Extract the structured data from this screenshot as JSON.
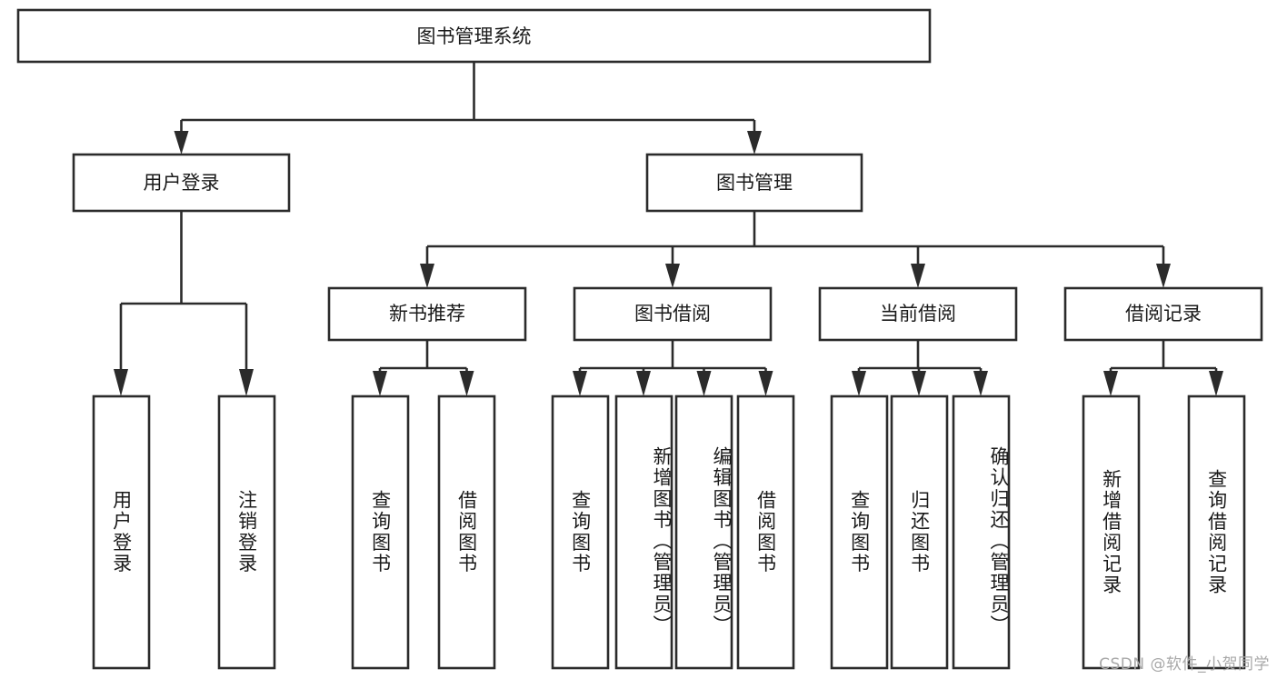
{
  "diagram": {
    "title": "图书管理系统",
    "watermark": "CSDN @软件_小贺同学",
    "colors": {
      "stroke": "#2b2b2b",
      "fill": "#ffffff",
      "text": "#1a1a1a",
      "watermark": "#a8a8a8",
      "background": "#ffffff"
    },
    "root": {
      "label": "图书管理系统",
      "orientation": "horizontal"
    },
    "level2": [
      {
        "id": "user-login",
        "label": "用户登录",
        "orientation": "horizontal"
      },
      {
        "id": "book-manage",
        "label": "图书管理",
        "orientation": "horizontal"
      }
    ],
    "level3": [
      {
        "id": "new-book-recommend",
        "label": "新书推荐",
        "orientation": "horizontal",
        "parent": "book-manage"
      },
      {
        "id": "book-borrow",
        "label": "图书借阅",
        "orientation": "horizontal",
        "parent": "book-manage"
      },
      {
        "id": "current-borrow",
        "label": "当前借阅",
        "orientation": "horizontal",
        "parent": "book-manage"
      },
      {
        "id": "borrow-record",
        "label": "借阅记录",
        "orientation": "horizontal",
        "parent": "book-manage"
      }
    ],
    "leaves": [
      {
        "id": "leaf-user-login",
        "label": "用户登录",
        "orientation": "vertical",
        "parent": "user-login"
      },
      {
        "id": "leaf-user-logout",
        "label": "注销登录",
        "orientation": "vertical",
        "parent": "user-login"
      },
      {
        "id": "leaf-query-book-1",
        "label": "查询图书",
        "orientation": "vertical",
        "parent": "new-book-recommend"
      },
      {
        "id": "leaf-borrow-book-1",
        "label": "借阅图书",
        "orientation": "vertical",
        "parent": "new-book-recommend"
      },
      {
        "id": "leaf-query-book-2",
        "label": "查询图书",
        "orientation": "vertical",
        "parent": "book-borrow"
      },
      {
        "id": "leaf-add-book",
        "label": "新增图书（管理员）",
        "orientation": "vertical",
        "parent": "book-borrow"
      },
      {
        "id": "leaf-edit-book",
        "label": "编辑图书（管理员）",
        "orientation": "vertical",
        "parent": "book-borrow"
      },
      {
        "id": "leaf-borrow-book-2",
        "label": "借阅图书",
        "orientation": "vertical",
        "parent": "book-borrow"
      },
      {
        "id": "leaf-query-book-3",
        "label": "查询图书",
        "orientation": "vertical",
        "parent": "current-borrow"
      },
      {
        "id": "leaf-return-book",
        "label": "归还图书",
        "orientation": "vertical",
        "parent": "current-borrow"
      },
      {
        "id": "leaf-confirm-return",
        "label": "确认归还（管理员）",
        "orientation": "vertical",
        "parent": "current-borrow"
      },
      {
        "id": "leaf-add-record",
        "label": "新增借阅记录",
        "orientation": "vertical",
        "parent": "borrow-record"
      },
      {
        "id": "leaf-query-record",
        "label": "查询借阅记录",
        "orientation": "vertical",
        "parent": "borrow-record"
      }
    ]
  }
}
